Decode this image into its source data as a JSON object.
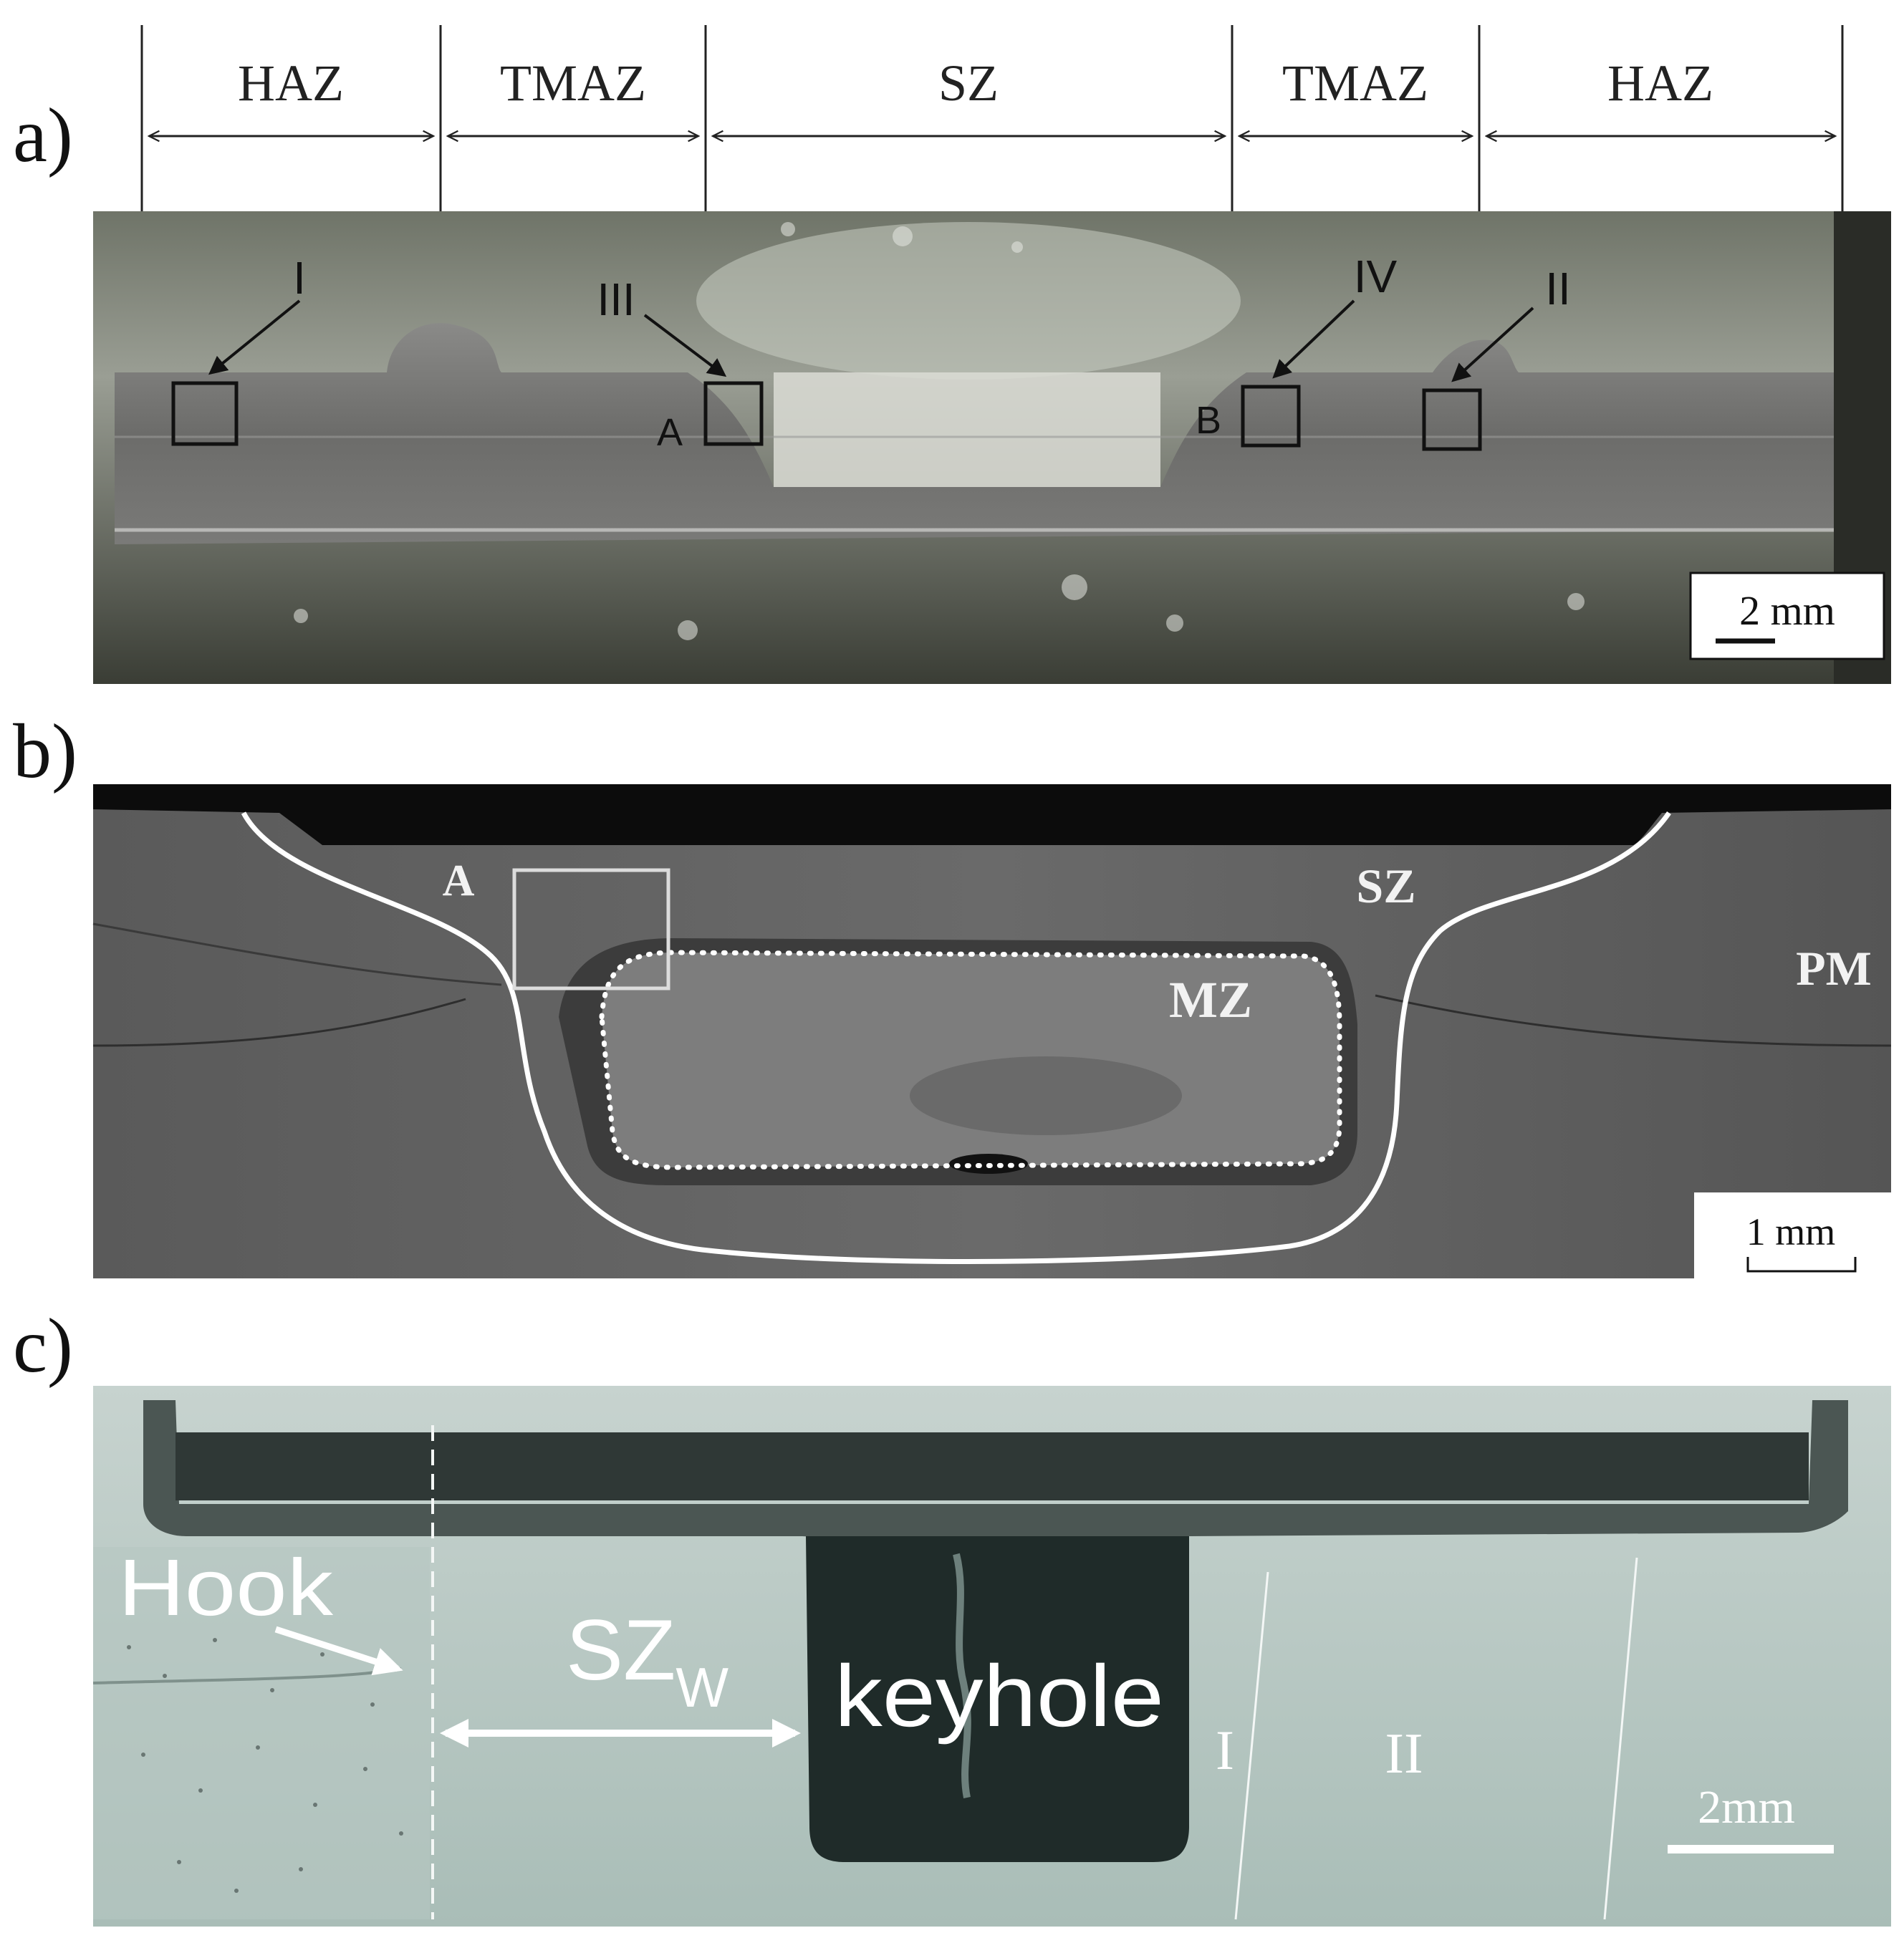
{
  "figure": {
    "panel_a": {
      "letter": "a)",
      "zones": [
        "HAZ",
        "TMAZ",
        "SZ",
        "TMAZ",
        "HAZ"
      ],
      "regions": [
        "I",
        "II",
        "III",
        "IV"
      ],
      "points": [
        "A",
        "B"
      ],
      "scale": "2 mm"
    },
    "panel_b": {
      "letter": "b)",
      "labels": {
        "a": "A",
        "sz": "SZ",
        "mz": "MZ",
        "pm": "PM"
      },
      "scale": "1 mm"
    },
    "panel_c": {
      "letter": "c)",
      "hook": "Hook",
      "szw_base": "SZ",
      "szw_sub": "W",
      "keyhole": "keyhole",
      "region_i": "I",
      "region_ii": "II",
      "scale": "2mm"
    }
  }
}
